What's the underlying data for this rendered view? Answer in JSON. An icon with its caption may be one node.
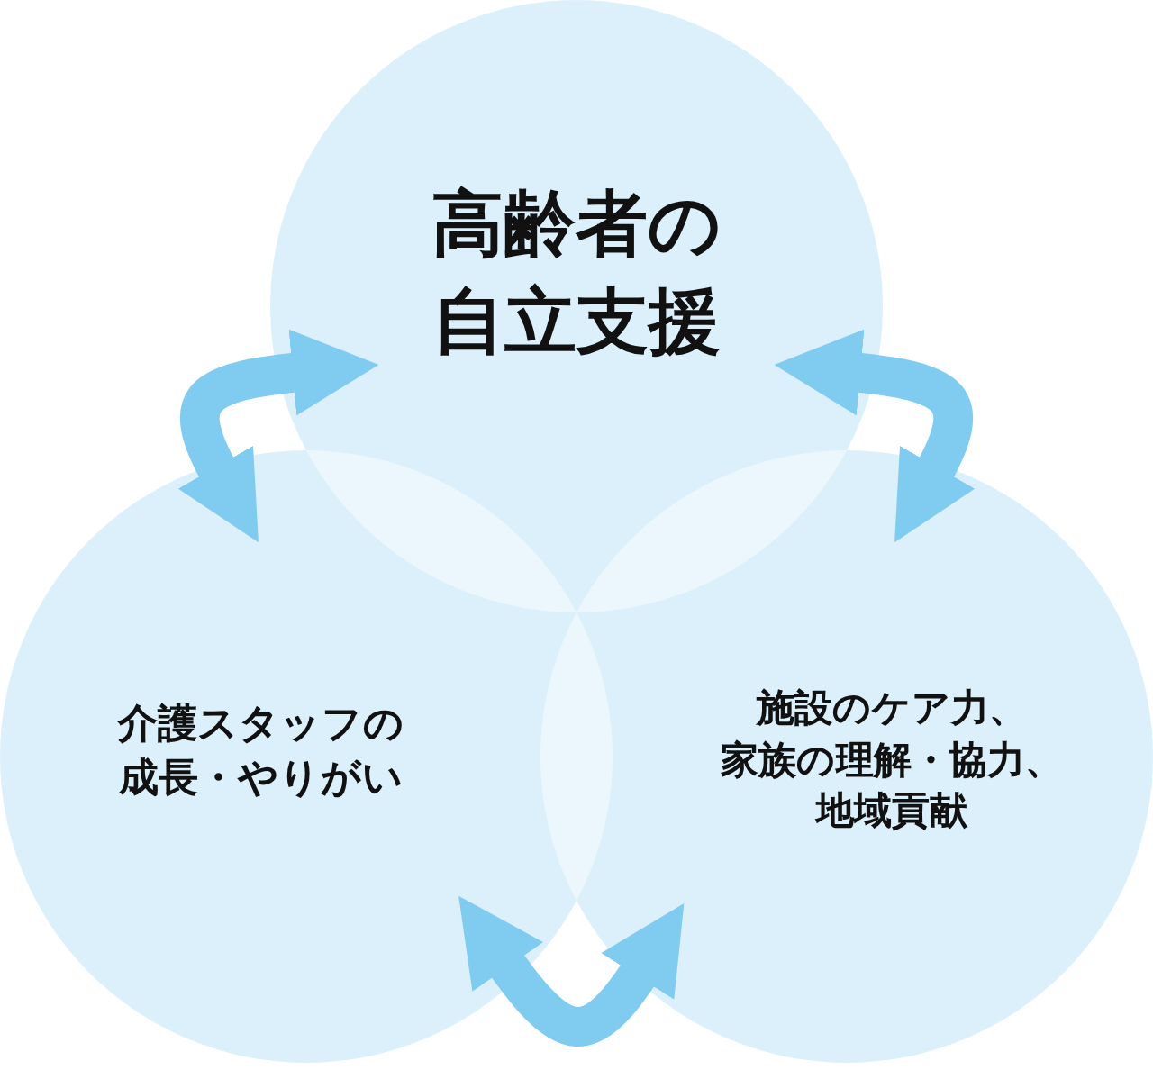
{
  "diagram": {
    "nodes": [
      {
        "text": [
          "高齢者の自立支援"
        ]
      },
      {
        "text": [
          "介護スタッフの成長・やりがい"
        ]
      },
      {
        "text": [
          "施設のケア力、家族の理解・協力、地域貢献"
        ]
      }
    ],
    "edges": [
      {
        "from": 0,
        "to": 1,
        "arrow": "both"
      },
      {
        "from": 0,
        "to": 2,
        "arrow": "both"
      },
      {
        "from": 1,
        "to": 2,
        "arrow": "both"
      }
    ]
  }
}
